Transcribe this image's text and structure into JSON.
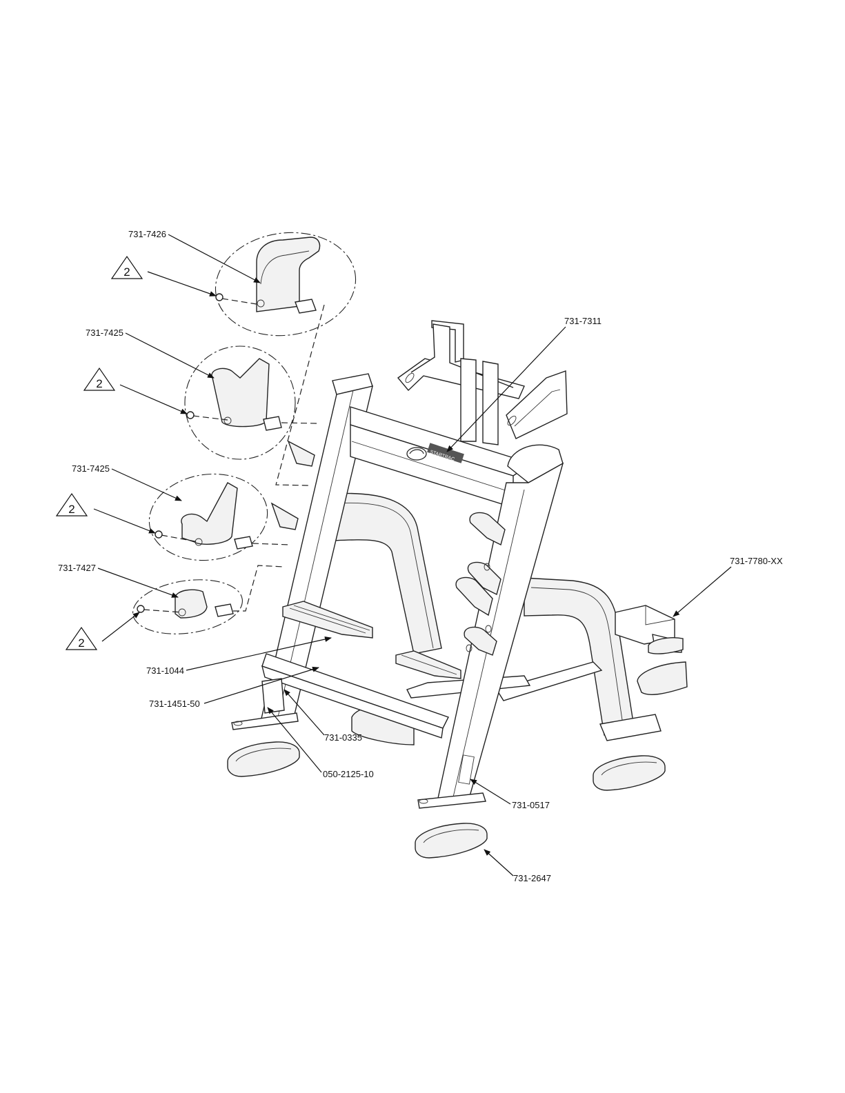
{
  "callouts": [
    {
      "id": "c1",
      "text": "731-7426"
    },
    {
      "id": "c2",
      "text": "731-7425"
    },
    {
      "id": "c3",
      "text": "731-7425"
    },
    {
      "id": "c4",
      "text": "731-7427"
    },
    {
      "id": "c5",
      "text": "731-7311"
    },
    {
      "id": "c6",
      "text": "731-7780-XX"
    },
    {
      "id": "c7",
      "text": "731-1044"
    },
    {
      "id": "c8",
      "text": "731-1451-50"
    },
    {
      "id": "c9",
      "text": "731-0335"
    },
    {
      "id": "c10",
      "text": "050-2125-10"
    },
    {
      "id": "c11",
      "text": "731-0517"
    },
    {
      "id": "c12",
      "text": "731-2647"
    }
  ],
  "torque_note_number": "2",
  "brand_logo_text": "STARTRAC"
}
